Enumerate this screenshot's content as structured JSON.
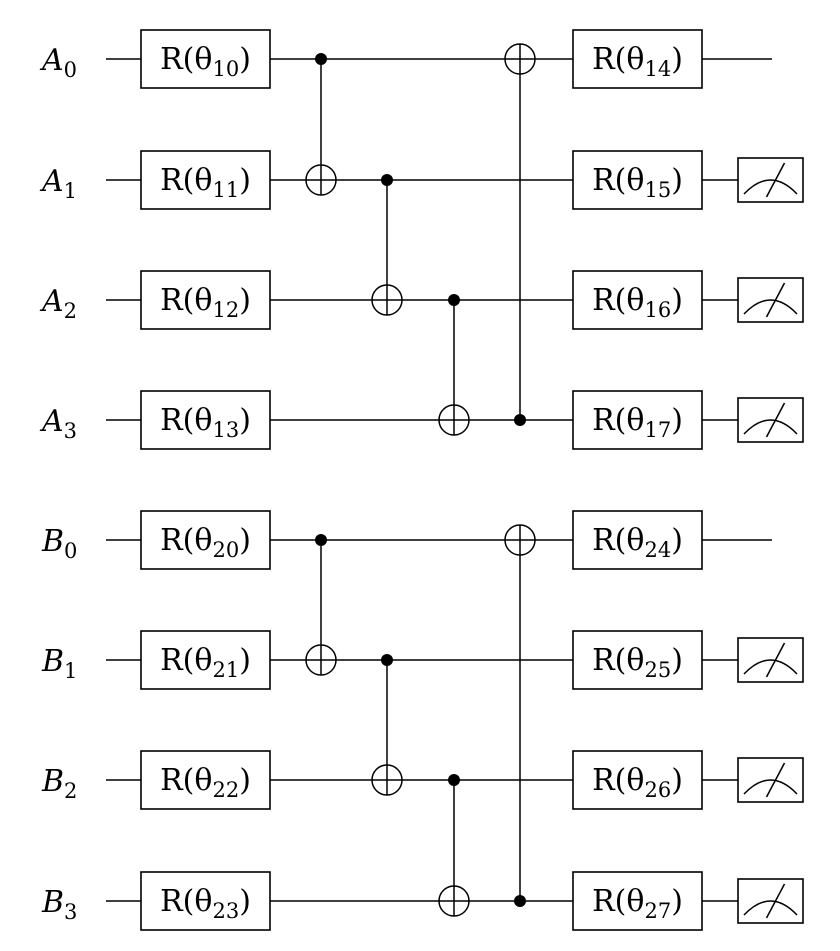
{
  "registers": [
    {
      "name": "A",
      "qubits": [
        {
          "label": "A",
          "index": "0",
          "pre_gate": {
            "base": "R(θ",
            "sub": "10",
            "close": ")"
          },
          "post_gate": {
            "base": "R(θ",
            "sub": "14",
            "close": ")"
          },
          "measured": false
        },
        {
          "label": "A",
          "index": "1",
          "pre_gate": {
            "base": "R(θ",
            "sub": "11",
            "close": ")"
          },
          "post_gate": {
            "base": "R(θ",
            "sub": "15",
            "close": ")"
          },
          "measured": true
        },
        {
          "label": "A",
          "index": "2",
          "pre_gate": {
            "base": "R(θ",
            "sub": "12",
            "close": ")"
          },
          "post_gate": {
            "base": "R(θ",
            "sub": "16",
            "close": ")"
          },
          "measured": true
        },
        {
          "label": "A",
          "index": "3",
          "pre_gate": {
            "base": "R(θ",
            "sub": "13",
            "close": ")"
          },
          "post_gate": {
            "base": "R(θ",
            "sub": "17",
            "close": ")"
          },
          "measured": true
        }
      ]
    },
    {
      "name": "B",
      "qubits": [
        {
          "label": "B",
          "index": "0",
          "pre_gate": {
            "base": "R(θ",
            "sub": "20",
            "close": ")"
          },
          "post_gate": {
            "base": "R(θ",
            "sub": "24",
            "close": ")"
          },
          "measured": false
        },
        {
          "label": "B",
          "index": "1",
          "pre_gate": {
            "base": "R(θ",
            "sub": "21",
            "close": ")"
          },
          "post_gate": {
            "base": "R(θ",
            "sub": "25",
            "close": ")"
          },
          "measured": true
        },
        {
          "label": "B",
          "index": "2",
          "pre_gate": {
            "base": "R(θ",
            "sub": "22",
            "close": ")"
          },
          "post_gate": {
            "base": "R(θ",
            "sub": "26",
            "close": ")"
          },
          "measured": true
        },
        {
          "label": "B",
          "index": "3",
          "pre_gate": {
            "base": "R(θ",
            "sub": "23",
            "close": ")"
          },
          "post_gate": {
            "base": "R(θ",
            "sub": "27",
            "close": ")"
          },
          "measured": true
        }
      ]
    }
  ],
  "cnots": [
    {
      "control": 0,
      "target": 1
    },
    {
      "control": 1,
      "target": 2
    },
    {
      "control": 2,
      "target": 3
    },
    {
      "control": 3,
      "target": 0
    }
  ]
}
